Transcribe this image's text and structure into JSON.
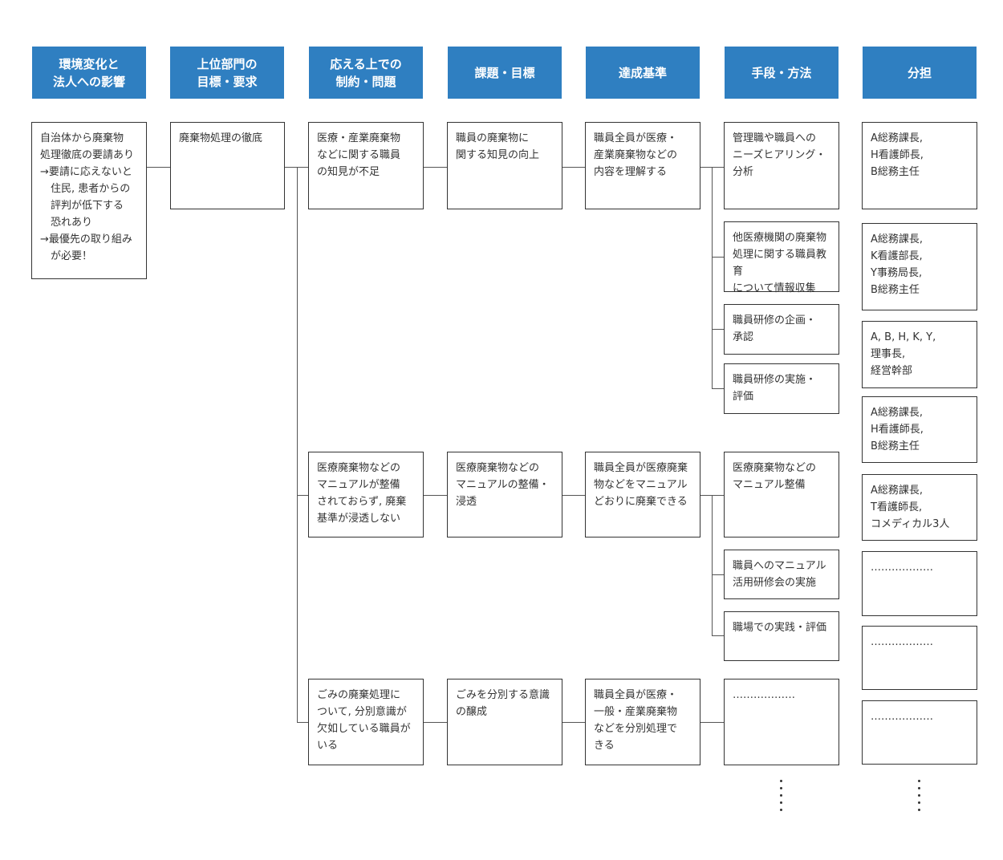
{
  "headers": [
    "環境変化と\n法人への影響",
    "上位部門の\n目標・要求",
    "応える上での\n制約・問題",
    "課題・目標",
    "達成基準",
    "手段・方法",
    "分担"
  ],
  "col1": {
    "env": "自治体から廃棄物\n処理徹底の要請あり\n→要請に応えないと\n　住民, 患者からの\n　評判が低下する\n　恐れあり\n→最優先の取り組み\n　が必要！"
  },
  "col2": {
    "req": "廃棄物処理の徹底"
  },
  "col3": [
    "医療・産業廃棄物\nなどに関する職員\nの知見が不足",
    "医療廃棄物などの\nマニュアルが整備\nされておらず, 廃棄\n基準が浸透しない",
    "ごみの廃棄処理に\nついて, 分別意識が\n欠如している職員が\nいる"
  ],
  "col4": [
    "職員の廃棄物に\n関する知見の向上",
    "医療廃棄物などの\nマニュアルの整備・\n浸透",
    "ごみを分別する意識\nの醸成"
  ],
  "col5": [
    "職員全員が医療・\n産業廃棄物などの\n内容を理解する",
    "職員全員が医療廃棄\n物などをマニュアル\nどおりに廃棄できる",
    "職員全員が医療・\n一般・産業廃棄物\nなどを分別処理で\nきる"
  ],
  "col6": [
    "管理職や職員への\nニーズヒアリング・\n分析",
    "他医療機関の廃棄物\n処理に関する職員教育\nについて情報収集",
    "職員研修の企画・\n承認",
    "職員研修の実施・\n評価",
    "医療廃棄物などの\nマニュアル整備",
    "職員へのマニュアル\n活用研修会の実施",
    "職場での実践・評価",
    "………………"
  ],
  "col7": [
    "A総務課長,\nH看護師長,\nB総務主任",
    "A総務課長,\nK看護部長,\nY事務局長,\nB総務主任",
    "A, B, H, K, Y,\n理事長,\n経営幹部",
    "A総務課長,\nH看護師長,\nB総務主任",
    "A総務課長,\nT看護師長,\nコメディカル3人",
    "………………",
    "………………",
    "………………"
  ],
  "colors": {
    "header_bg": "#2f7fc1",
    "header_text": "#ffffff",
    "border": "#333333"
  }
}
